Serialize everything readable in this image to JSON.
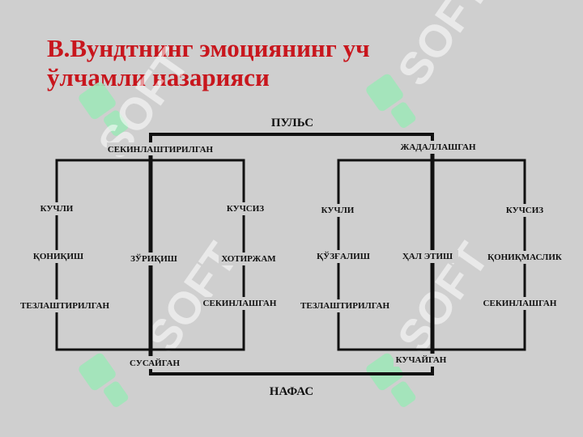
{
  "title": {
    "line1": "В.Вундтнинг эмоциянинг уч",
    "line2": "ўлчамли назарияси"
  },
  "watermark": {
    "text": "SOFT",
    "color": "#9ee6b8"
  },
  "colors": {
    "title": "#c8161d",
    "lines": "#111111",
    "background": "#cfcfcf"
  },
  "axes": {
    "top": "ПУЛЬС",
    "bottom": "НАФАС"
  },
  "left_box": {
    "top_label": "СЕКИНЛАШТИРИЛГАН",
    "bottom_label": "СУСАЙГАН",
    "left_col": [
      "КУЧЛИ",
      "ҚОНИҚИШ",
      "ТЕЗЛАШТИРИЛГАН"
    ],
    "center": "ЗЎРИҚИШ",
    "right_col": [
      "КУЧСИЗ",
      "ХОТИРЖАМ",
      "СЕКИНЛАШГАН"
    ]
  },
  "right_box": {
    "top_label": "ЖАДАЛЛАШГАН",
    "bottom_label": "КУЧАЙГАН",
    "left_col": [
      "КУЧЛИ",
      "ҚЎЗҒАЛИШ",
      "ТЕЗЛАШТИРИЛГАН"
    ],
    "center": "ҲАЛ ЭТИШ",
    "right_col": [
      "КУЧСИЗ",
      "ҚОНИҚМАСЛИК",
      "СЕКИНЛАШГАН"
    ]
  }
}
